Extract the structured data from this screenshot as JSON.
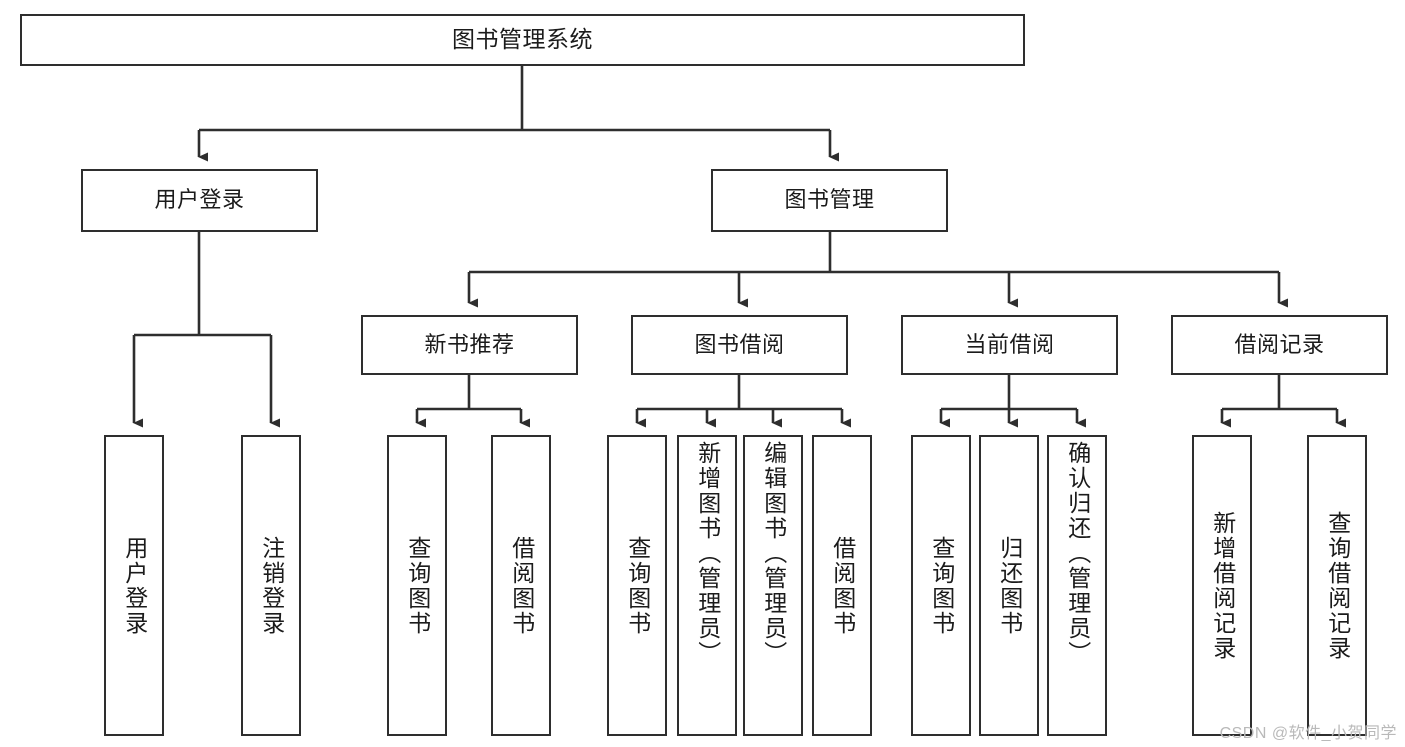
{
  "diagram": {
    "title": "图书管理系统",
    "type": "tree-structure-chart",
    "watermark": "CSDN @软件_小贺同学",
    "colors": {
      "stroke": "#2e2e2e",
      "fill": "#ffffff",
      "text": "#1b1b1b",
      "watermark": "#b9b9b9"
    },
    "nodes": {
      "root": {
        "label": "图书管理系统",
        "level": 1
      },
      "user_login": {
        "label": "用户登录",
        "level": 2
      },
      "book_manage": {
        "label": "图书管理",
        "level": 2
      },
      "new_book_rec": {
        "label": "新书推荐",
        "level": 3
      },
      "book_borrow": {
        "label": "图书借阅",
        "level": 3
      },
      "current_borrow": {
        "label": "当前借阅",
        "level": 3
      },
      "borrow_record": {
        "label": "借阅记录",
        "level": 3
      },
      "leaf_user_login": {
        "label": "用户登录",
        "level": 3
      },
      "leaf_logout": {
        "label": "注销登录",
        "level": 3
      },
      "leaf_query_book_1": {
        "label": "查询图书",
        "level": 4
      },
      "leaf_borrow_book_1": {
        "label": "借阅图书",
        "level": 4
      },
      "leaf_query_book_2": {
        "label": "查询图书",
        "level": 4
      },
      "leaf_add_book": {
        "label": "新增图书（管理员）",
        "level": 4
      },
      "leaf_edit_book": {
        "label": "编辑图书（管理员）",
        "level": 4
      },
      "leaf_borrow_book_2": {
        "label": "借阅图书",
        "level": 4
      },
      "leaf_query_book_3": {
        "label": "查询图书",
        "level": 4
      },
      "leaf_return_book": {
        "label": "归还图书",
        "level": 4
      },
      "leaf_confirm_return": {
        "label": "确认归还（管理员）",
        "level": 4
      },
      "leaf_add_record": {
        "label": "新增借阅记录",
        "level": 4
      },
      "leaf_query_record": {
        "label": "查询借阅记录",
        "level": 4
      }
    }
  }
}
